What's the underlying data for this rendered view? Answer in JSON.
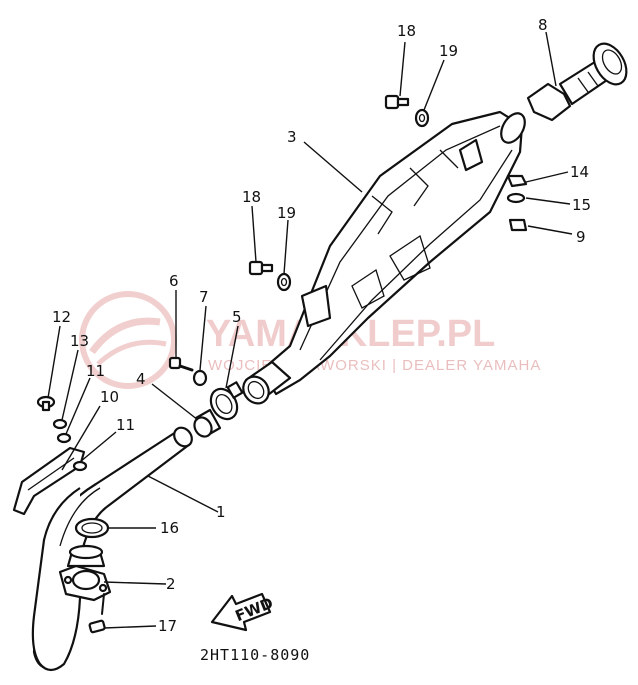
{
  "diagram": {
    "drawing_code": "2HT110-8090",
    "fwd_label": "FWD",
    "watermark": {
      "brand": "YAMASKLEP.PL",
      "tagline": "WOJCIECH JAWORSKI | DEALER YAMAHA",
      "color": "#e8a8a8"
    },
    "callouts": [
      {
        "id": "c18a",
        "label": "18"
      },
      {
        "id": "c19a",
        "label": "19"
      },
      {
        "id": "c8",
        "label": "8"
      },
      {
        "id": "c3",
        "label": "3"
      },
      {
        "id": "c14",
        "label": "14"
      },
      {
        "id": "c15",
        "label": "15"
      },
      {
        "id": "c9",
        "label": "9"
      },
      {
        "id": "c18b",
        "label": "18"
      },
      {
        "id": "c19b",
        "label": "19"
      },
      {
        "id": "c6",
        "label": "6"
      },
      {
        "id": "c7",
        "label": "7"
      },
      {
        "id": "c5",
        "label": "5"
      },
      {
        "id": "c12",
        "label": "12"
      },
      {
        "id": "c13",
        "label": "13"
      },
      {
        "id": "c11a",
        "label": "11"
      },
      {
        "id": "c4",
        "label": "4"
      },
      {
        "id": "c10",
        "label": "10"
      },
      {
        "id": "c11b",
        "label": "11"
      },
      {
        "id": "c1",
        "label": "1"
      },
      {
        "id": "c16",
        "label": "16"
      },
      {
        "id": "c2",
        "label": "2"
      },
      {
        "id": "c17",
        "label": "17"
      }
    ]
  }
}
